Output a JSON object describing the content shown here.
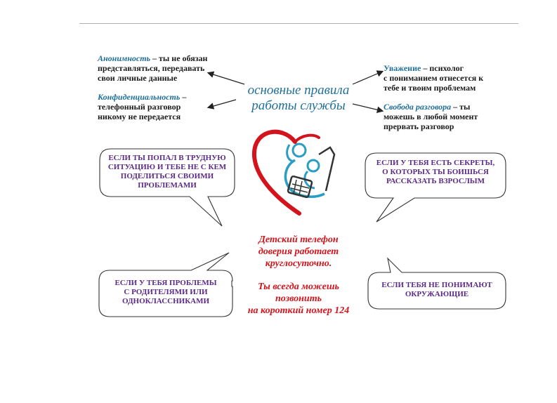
{
  "rules": {
    "anonymity": {
      "term": "Анонимность",
      "text_lines": [
        "– ты не обязан",
        "представляться, передавать",
        "свои личные данные"
      ]
    },
    "confidentiality": {
      "term": "Конфиденциальность",
      "text_lines": [
        "–",
        "телефонный разговор",
        "никому не передается"
      ]
    },
    "respect": {
      "term": "Уважение",
      "text_lines": [
        "– психолог",
        "с пониманием отнесется к",
        "тебе и твоим проблемам"
      ]
    },
    "freedom": {
      "term": "Свобода разговора",
      "text_lines": [
        "– ты",
        "можешь в любой момент",
        "прервать разговор"
      ]
    }
  },
  "title": {
    "line1": "основные правила",
    "line2": "работы службы"
  },
  "bubbles": {
    "top_left": [
      "ЕСЛИ ТЫ ПОПАЛ В ТРУДНУЮ",
      "СИТУАЦИЮ И ТЕБЕ НЕ С КЕМ",
      "ПОДЕЛИТЬСЯ СВОИМИ",
      "ПРОБЛЕМАМИ"
    ],
    "top_right": [
      "ЕСЛИ У ТЕБЯ ЕСТЬ СЕКРЕТЫ,",
      "О КОТОРЫХ ТЫ БОИШЬСЯ",
      "РАССКАЗАТЬ ВЗРОСЛЫМ"
    ],
    "bottom_left": [
      "ЕСЛИ У ТЕБЯ ПРОБЛЕМЫ",
      "С РОДИТЕЛЯМИ ИЛИ",
      "ОДНОКЛАССНИКАМИ"
    ],
    "bottom_right": [
      "ЕСЛИ ТЕБЯ НЕ ПОНИМАЮТ",
      "ОКРУЖАЮЩИЕ"
    ]
  },
  "center": {
    "line1": "Детский телефон",
    "line2": "доверия работает",
    "line3": "круглосуточно.",
    "line4": "Ты всегда можешь",
    "line5": "позвонить",
    "line6": "на короткий номер 124"
  },
  "colors": {
    "term": "#1f6f9a",
    "title": "#1f6f9a",
    "bubble_text": "#5b2a86",
    "center_text": "#d4141c",
    "logo_heart": "#d4141c",
    "logo_figures": "#2a9dc4"
  },
  "icons": {
    "logo": "heart-mother-child-phone-icon",
    "arrows": "arrow-icon"
  }
}
